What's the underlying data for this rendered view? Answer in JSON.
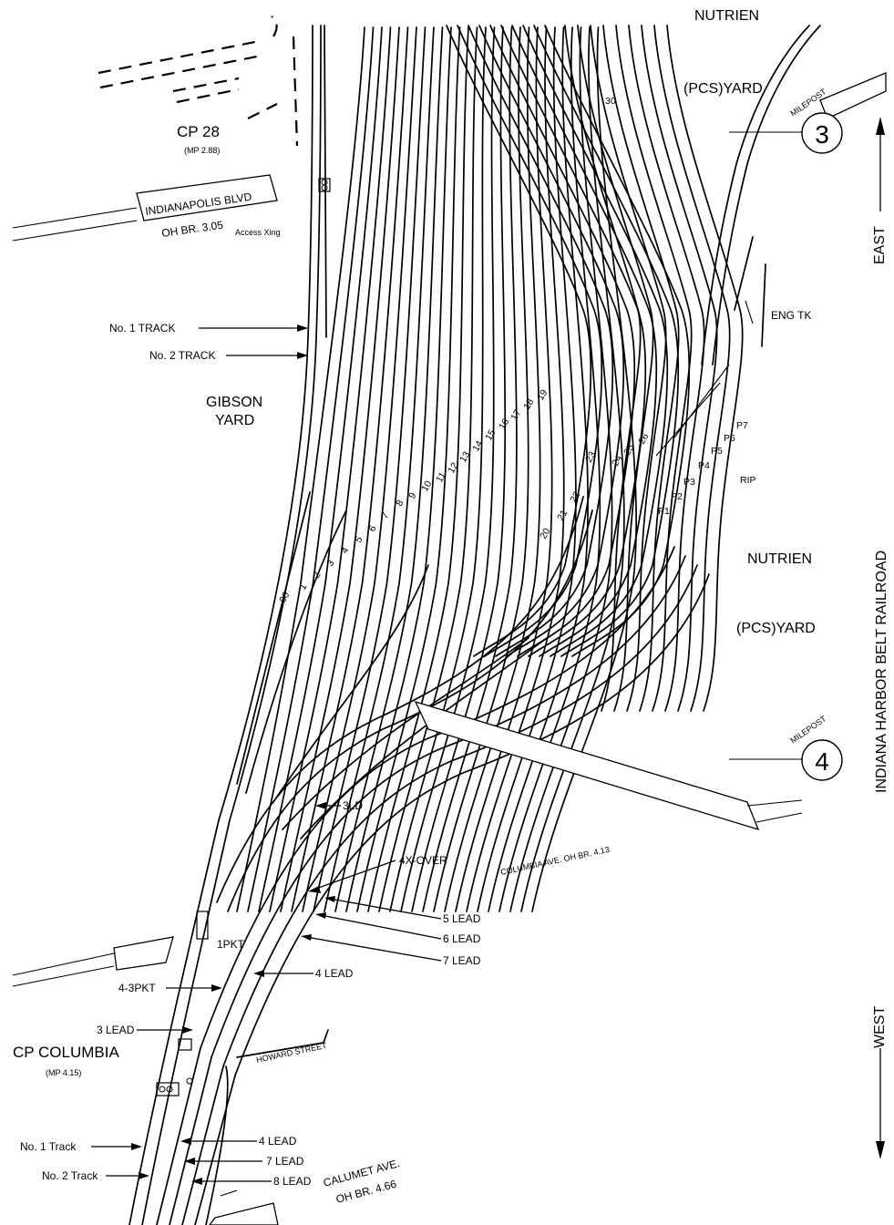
{
  "colors": {
    "ink": "#000000",
    "background": "#ffffff"
  },
  "labels": {
    "nutrien_top": "NUTRIEN",
    "pcs_yard_top": "(PCS)YARD",
    "track_30": "30",
    "cp28": "CP 28",
    "cp28_mp": "(MP 2.88)",
    "indianapolis": "INDIANAPOLIS BLVD",
    "indianapolis_br": "OH BR. 3.05",
    "access_xing": "Access Xing",
    "east": "EAST",
    "eng_tk": "ENG TK",
    "no1_track": "No. 1 TRACK",
    "no2_track": "No. 2 TRACK",
    "gibson_1": "GIBSON",
    "gibson_2": "YARD",
    "rip": "RIP",
    "nutrien_bot": "NUTRIEN",
    "pcs_yard_bot": "(PCS)YARD",
    "railroad": "INDIANA HARBOR BELT RAILROAD",
    "three_ld": "3LD",
    "four_x_over": "4X-OVER",
    "columbia": "COLUMBIA AVE.   OH BR. 4.13",
    "five_lead": "5 LEAD",
    "six_lead": "6 LEAD",
    "seven_lead": "7 LEAD",
    "one_pkt": "1PKT",
    "four_lead": "4 LEAD",
    "four_3pkt": "4-3PKT",
    "three_lead": "3 LEAD",
    "cp_columbia": "CP COLUMBIA",
    "cp_columbia_mp": "(MP 4.15)",
    "howard": "HOWARD STREET",
    "west": "WEST",
    "no1_track_low": "No. 1 Track",
    "no2_track_low": "No. 2 Track",
    "four_lead_low": "4 LEAD",
    "seven_lead_low": "7 LEAD",
    "eight_lead_low": "8 LEAD",
    "calumet_1": "CALUMET AVE.",
    "calumet_2": "OH BR. 4.66"
  },
  "mileposts": [
    {
      "caption": "MILEPOST",
      "number": "3"
    },
    {
      "caption": "MILEPOST",
      "number": "4"
    }
  ],
  "yard_tracks": [
    "00",
    "1",
    "2",
    "3",
    "4",
    "5",
    "6",
    "7",
    "8",
    "9",
    "10",
    "11",
    "12",
    "13",
    "14",
    "15",
    "16",
    "17",
    "18",
    "19",
    "20",
    "21",
    "22",
    "23",
    "24",
    "25",
    "26"
  ],
  "pcs_tracks": [
    "P1",
    "P2",
    "P3",
    "P4",
    "P5",
    "P6",
    "P7"
  ]
}
